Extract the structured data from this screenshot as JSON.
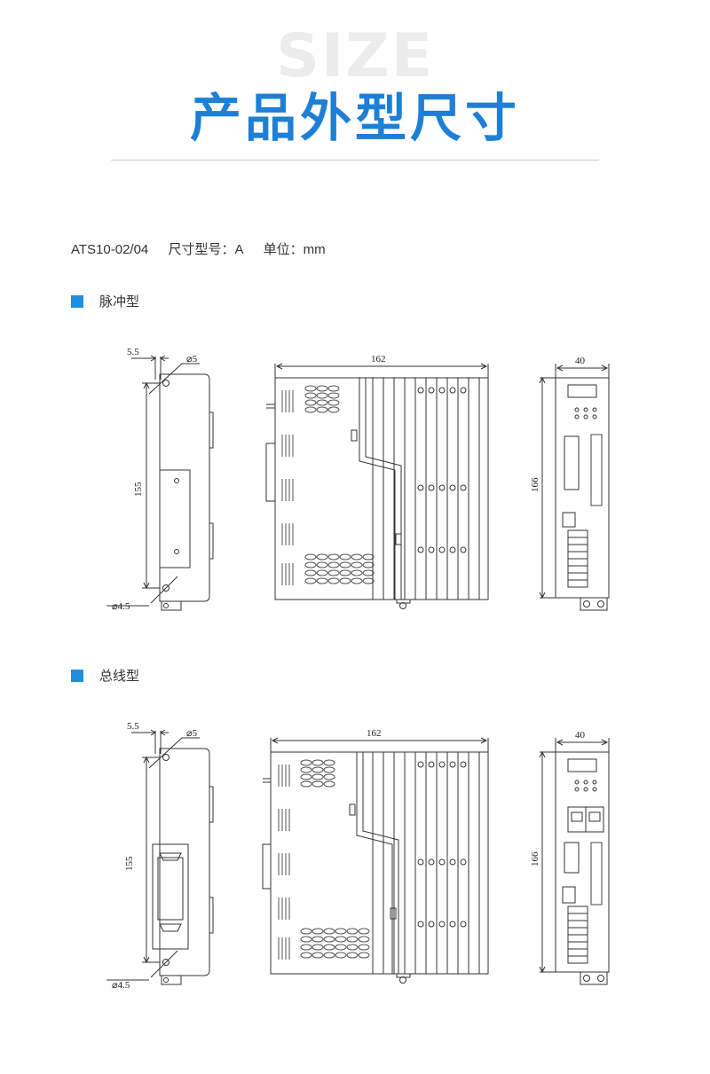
{
  "header": {
    "watermark": "SIZE",
    "title": "产品外型尺寸"
  },
  "spec": {
    "model": "ATS10-02/04",
    "size_type": "尺寸型号：A",
    "unit": "单位：mm"
  },
  "sections": [
    {
      "label": "脉冲型",
      "dims": {
        "offset": "5.5",
        "hole_top": "⌀5",
        "height_left": "155",
        "hole_bottom": "⌀4.5",
        "depth": "162",
        "width": "40",
        "height_front": "166"
      }
    },
    {
      "label": "总线型",
      "dims": {
        "offset": "5.5",
        "hole_top": "⌀5",
        "height_left": "155",
        "hole_bottom": "⌀4.5",
        "depth": "162",
        "width": "40",
        "height_front": "166"
      }
    }
  ]
}
